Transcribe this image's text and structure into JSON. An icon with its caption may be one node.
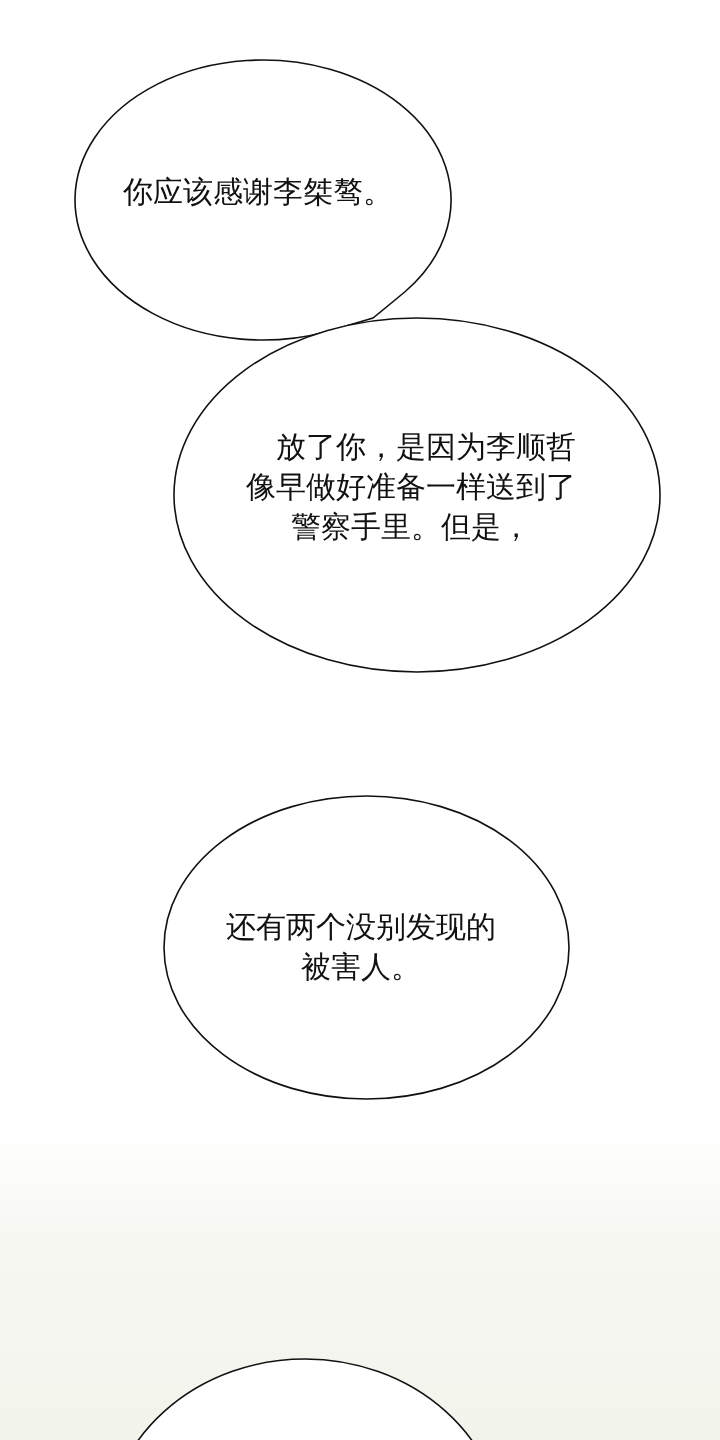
{
  "diagram": {
    "nodes": [
      {
        "text": [
          "你应该感谢李桀骜。"
        ]
      },
      {
        "text": [
          "放了你，是因为李顺哲像早做好准备一样送到了警察手里。但是，"
        ]
      },
      {
        "text": [
          "还有两个没别发现的被害人。"
        ]
      },
      {
        "text": [],
        "shape": "ellipse"
      }
    ]
  }
}
